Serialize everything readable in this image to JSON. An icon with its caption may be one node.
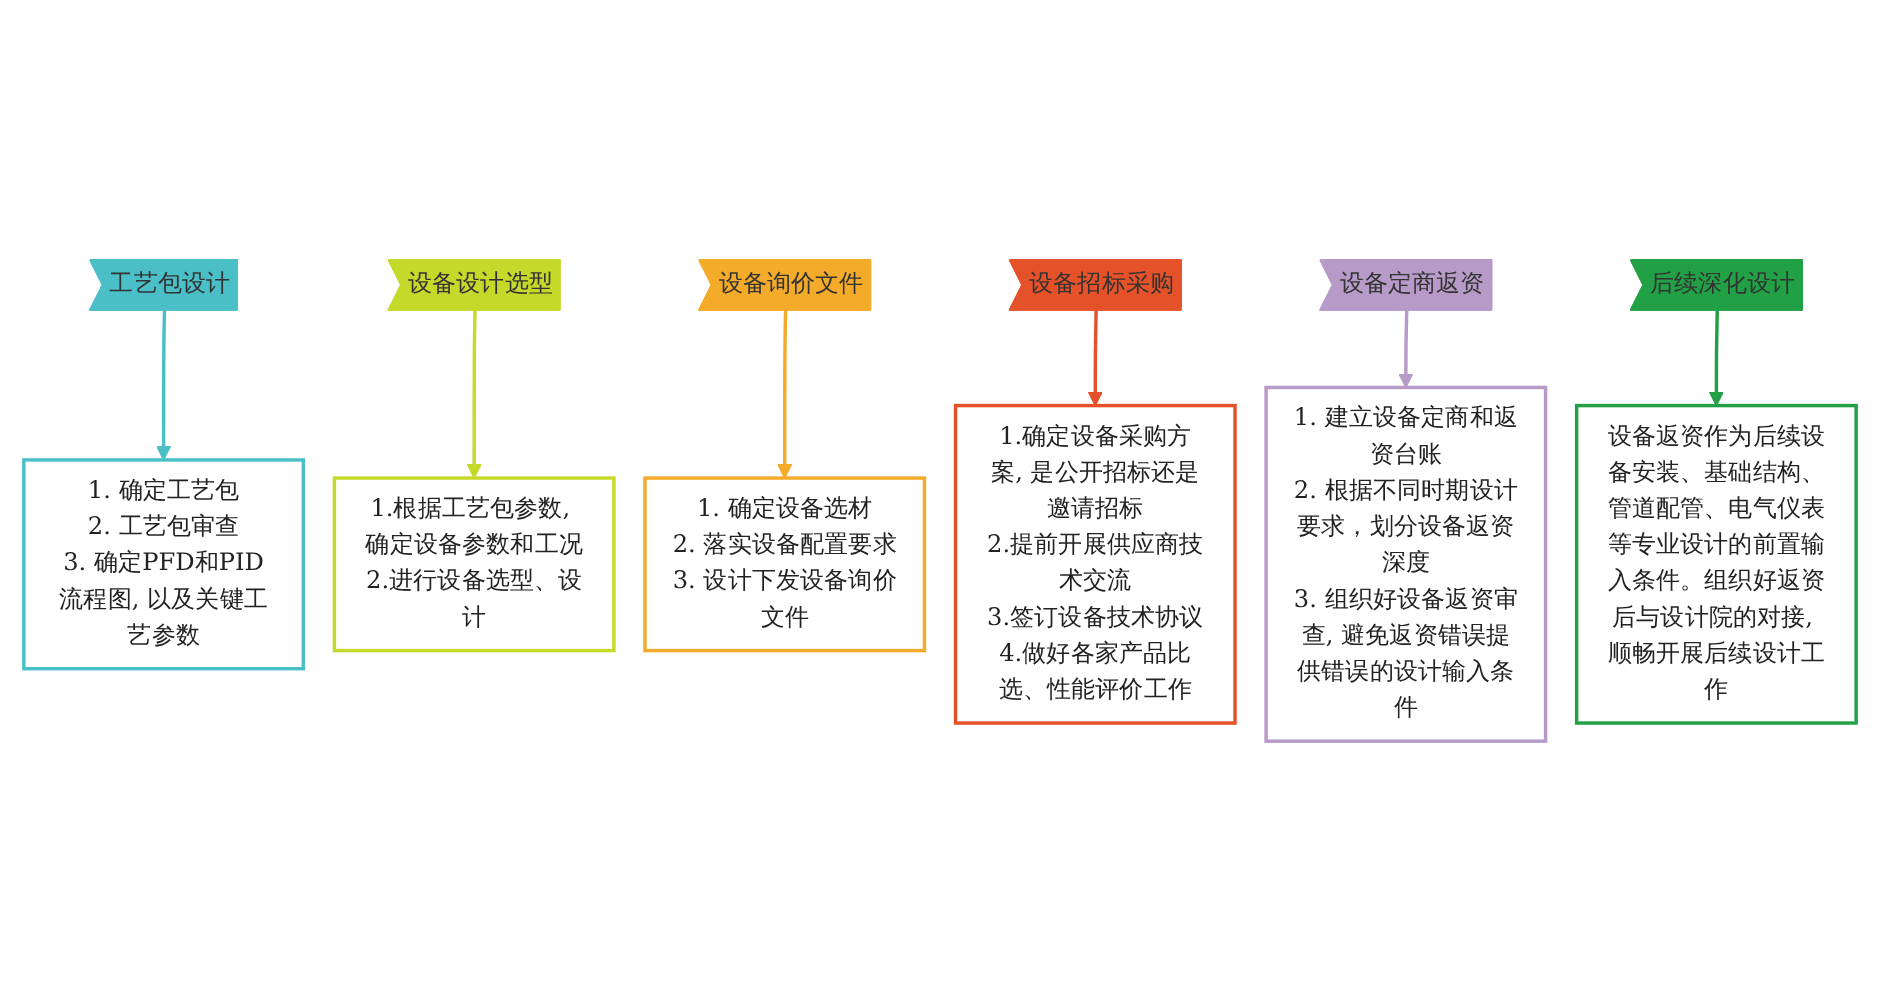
{
  "diagram": {
    "nodes": [
      {
        "text": [
          "工艺包设计"
        ]
      },
      {
        "text": [
          "1. 确定工艺包",
          "2. 工艺包审查",
          "3. 确定PFD和PID流程图, 以及关键工艺参数"
        ]
      },
      {
        "text": [
          "设备设计选型"
        ]
      },
      {
        "text": [
          "1.根据工艺包参数, 确定设备参数和工况",
          "2.进行设备选型、设计"
        ]
      },
      {
        "text": [
          "设备询价文件"
        ]
      },
      {
        "text": [
          "1. 确定设备选材",
          "2. 落实设备配置要求",
          "3. 设计下发设备询价文件"
        ]
      },
      {
        "text": [
          "设备招标采购"
        ]
      },
      {
        "text": [
          "1.确定设备采购方案, 是公开招标还是邀请招标",
          "2.提前开展供应商技术交流",
          "3.签订设备技术协议",
          "4.做好各家产品比选、性能评价工作"
        ]
      },
      {
        "text": [
          "设备定商返资"
        ]
      },
      {
        "text": [
          "1. 建立设备定商和返资台账",
          "2. 根据不同时期设计要求，划分设备返资深度",
          "3. 组织好设备返资审查, 避免返资错误提供错误的设计输入条件"
        ]
      },
      {
        "text": [
          "后续深化设计"
        ]
      },
      {
        "text": [
          "设备返资作为后续设备安装、基础结构、管道配管、电气仪表等专业设计的前置输入条件。组织好返资后与设计院的对接, 顺畅开展后续设计工作"
        ]
      }
    ],
    "edges": [
      {
        "from": 0,
        "to": 1,
        "arrow": "to",
        "color": "#4bbfc8"
      },
      {
        "from": 2,
        "to": 3,
        "arrow": "to",
        "color": "#c5d92a"
      },
      {
        "from": 4,
        "to": 5,
        "arrow": "to",
        "color": "#f5ab2a"
      },
      {
        "from": 6,
        "to": 7,
        "arrow": "to",
        "color": "#e5522a"
      },
      {
        "from": 8,
        "to": 9,
        "arrow": "to",
        "color": "#b79ac8"
      },
      {
        "from": 10,
        "to": 11,
        "arrow": "to",
        "color": "#22a045"
      }
    ]
  }
}
